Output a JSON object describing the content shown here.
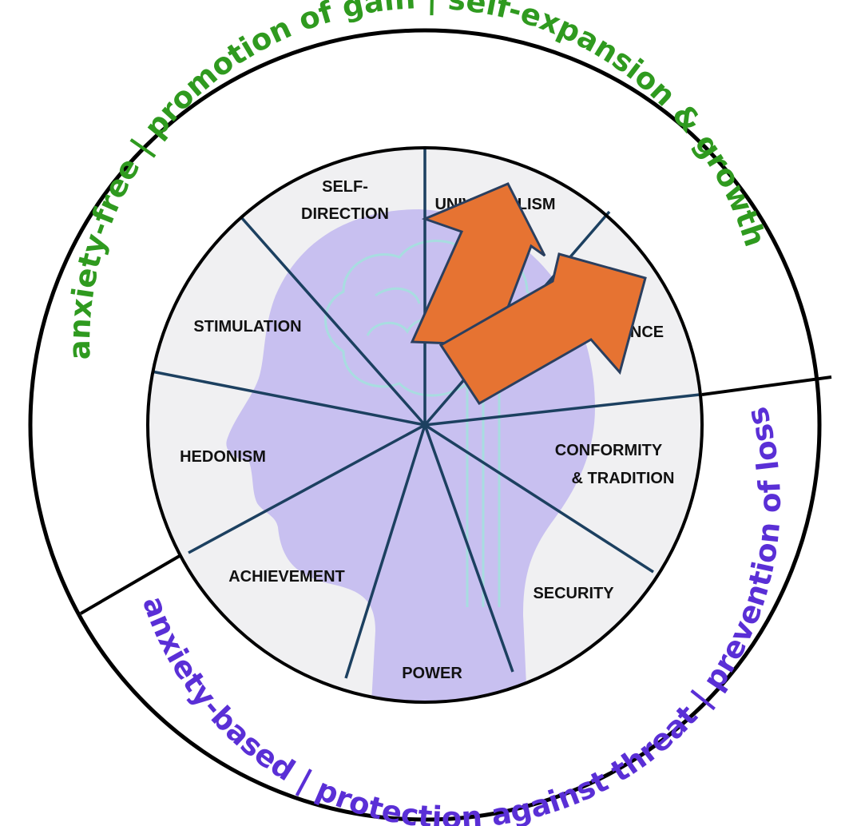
{
  "outer_ring": {
    "top_text": "anxiety-free | promotion of gain | self-expansion & growth",
    "bottom_text": "anxiety-based | protection against threat | prevention of loss"
  },
  "values": {
    "self_direction_1": "SELF-",
    "self_direction_2": "DIRECTION",
    "universalism": "UNIVERSALISM",
    "benevolence": "BENEVOLENCE",
    "conformity_1": "CONFORMITY",
    "conformity_2": "& TRADITION",
    "security": "SECURITY",
    "power": "POWER",
    "achievement": "ACHIEVEMENT",
    "hedonism": "HEDONISM",
    "stimulation": "STIMULATION"
  },
  "colors": {
    "growth_text": "#2f9a1f",
    "protection_text": "#5a2fd6",
    "head_fill": "#c8c0f0",
    "brain_line": "#a8dde0",
    "spoke": "#1c4060",
    "sector_bg": "#f0f0f2",
    "arrow_fill": "#e67332",
    "arrow_stroke": "#2a3f5f"
  },
  "icons": {
    "head": "head-profile-icon",
    "arrows": "up-right-arrows-icon"
  }
}
